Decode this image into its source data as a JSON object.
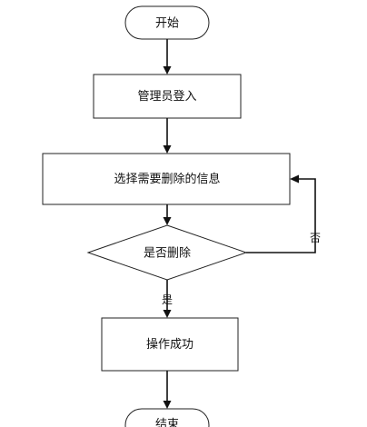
{
  "nodes": {
    "start": "开始",
    "admin_login": "管理员登入",
    "select_info": "选择需要删除的信息",
    "is_delete": "是否删除",
    "success": "操作成功",
    "end": "结束"
  },
  "edges": {
    "yes": "是",
    "no": "否"
  }
}
